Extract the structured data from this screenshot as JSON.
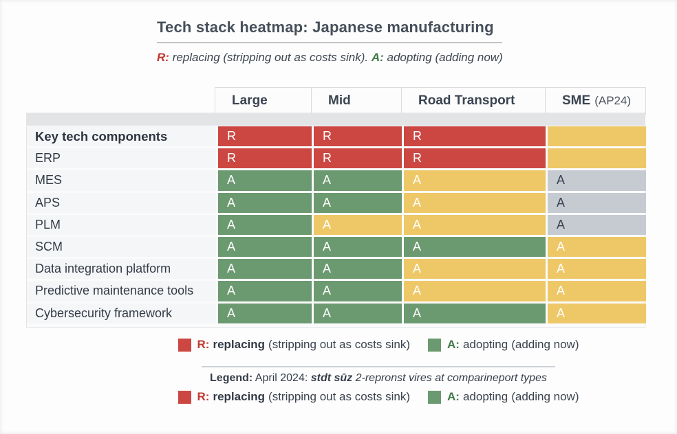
{
  "header": {
    "title": "Tech stack heatmap: Japanese manufacturing",
    "subtitle": {
      "r_label": "R:",
      "r_text": " replacing (stripping out as costs sink). ",
      "a_label": "A:",
      "a_text": " adopting (adding now)"
    }
  },
  "table": {
    "columns": [
      {
        "label": "Large",
        "suffix": ""
      },
      {
        "label": "Mid",
        "suffix": ""
      },
      {
        "label": "Road Transport",
        "suffix": ""
      },
      {
        "label": "SME",
        "suffix": "(AP24)"
      }
    ],
    "rows": [
      {
        "label": "Key tech components",
        "bold": true,
        "cells": [
          {
            "v": "R",
            "c": "red"
          },
          {
            "v": "R",
            "c": "red"
          },
          {
            "v": "R",
            "c": "red"
          },
          {
            "v": "",
            "c": "yellow"
          }
        ]
      },
      {
        "label": "ERP",
        "bold": false,
        "cells": [
          {
            "v": "R",
            "c": "red"
          },
          {
            "v": "R",
            "c": "red"
          },
          {
            "v": "R",
            "c": "red"
          },
          {
            "v": "",
            "c": "yellow"
          }
        ]
      },
      {
        "label": "MES",
        "bold": false,
        "cells": [
          {
            "v": "A",
            "c": "green"
          },
          {
            "v": "A",
            "c": "green"
          },
          {
            "v": "A",
            "c": "yellow"
          },
          {
            "v": "A",
            "c": "gray"
          }
        ]
      },
      {
        "label": "APS",
        "bold": false,
        "cells": [
          {
            "v": "A",
            "c": "green"
          },
          {
            "v": "A",
            "c": "green"
          },
          {
            "v": "A",
            "c": "yellow"
          },
          {
            "v": "A",
            "c": "gray"
          }
        ]
      },
      {
        "label": "PLM",
        "bold": false,
        "cells": [
          {
            "v": "A",
            "c": "green"
          },
          {
            "v": "A",
            "c": "yellow"
          },
          {
            "v": "A",
            "c": "yellow"
          },
          {
            "v": "A",
            "c": "gray"
          }
        ]
      },
      {
        "label": "SCM",
        "bold": false,
        "cells": [
          {
            "v": "A",
            "c": "green"
          },
          {
            "v": "A",
            "c": "green"
          },
          {
            "v": "A",
            "c": "green"
          },
          {
            "v": "A",
            "c": "yellow"
          }
        ]
      },
      {
        "label": "Data integration platform",
        "bold": false,
        "cells": [
          {
            "v": "A",
            "c": "green"
          },
          {
            "v": "A",
            "c": "green"
          },
          {
            "v": "A",
            "c": "yellow"
          },
          {
            "v": "A",
            "c": "yellow"
          }
        ]
      },
      {
        "label": "Predictive maintenance tools",
        "bold": false,
        "cells": [
          {
            "v": "A",
            "c": "green"
          },
          {
            "v": "A",
            "c": "green"
          },
          {
            "v": "A",
            "c": "yellow"
          },
          {
            "v": "A",
            "c": "yellow"
          }
        ]
      },
      {
        "label": "Cybersecurity framework",
        "bold": false,
        "cells": [
          {
            "v": "A",
            "c": "green"
          },
          {
            "v": "A",
            "c": "green"
          },
          {
            "v": "A",
            "c": "green"
          },
          {
            "v": "A",
            "c": "yellow"
          }
        ]
      }
    ]
  },
  "legend": {
    "r_label": "R:",
    "r_name": "replacing",
    "r_detail": "(stripping out as costs sink)",
    "a_label": "A:",
    "a_name": "adopting",
    "a_detail": "(adding now)"
  },
  "caption": {
    "label": "Legend:",
    "date": " April 2024: ",
    "note_bold": "stdt sūz ",
    "note_italic": "2-repronst vires at comparineport types"
  },
  "colors": {
    "red": "#cc4742",
    "green": "#6c9a70",
    "yellow": "#eec867",
    "gray": "#c6cbd2"
  },
  "chart_data": {
    "type": "heatmap",
    "title": "Tech stack heatmap: Japanese manufacturing",
    "columns": [
      "Large",
      "Mid",
      "Road Transport",
      "SME (AP24)"
    ],
    "rows": [
      "Key tech components",
      "ERP",
      "MES",
      "APS",
      "PLM",
      "SCM",
      "Data integration platform",
      "Predictive maintenance tools",
      "Cybersecurity framework"
    ],
    "values": [
      [
        "R",
        "R",
        "R",
        ""
      ],
      [
        "R",
        "R",
        "R",
        ""
      ],
      [
        "A",
        "A",
        "A",
        "A"
      ],
      [
        "A",
        "A",
        "A",
        "A"
      ],
      [
        "A",
        "A",
        "A",
        "A"
      ],
      [
        "A",
        "A",
        "A",
        "A"
      ],
      [
        "A",
        "A",
        "A",
        "A"
      ],
      [
        "A",
        "A",
        "A",
        "A"
      ],
      [
        "A",
        "A",
        "A",
        "A"
      ]
    ],
    "cell_colors": [
      [
        "red",
        "red",
        "red",
        "yellow"
      ],
      [
        "red",
        "red",
        "red",
        "yellow"
      ],
      [
        "green",
        "green",
        "yellow",
        "gray"
      ],
      [
        "green",
        "green",
        "yellow",
        "gray"
      ],
      [
        "green",
        "yellow",
        "yellow",
        "gray"
      ],
      [
        "green",
        "green",
        "green",
        "yellow"
      ],
      [
        "green",
        "green",
        "yellow",
        "yellow"
      ],
      [
        "green",
        "green",
        "yellow",
        "yellow"
      ],
      [
        "green",
        "green",
        "green",
        "yellow"
      ]
    ],
    "legend": {
      "R": "replacing (stripping out as costs sink)",
      "A": "adopting (adding now)"
    },
    "legend_position": "bottom"
  }
}
